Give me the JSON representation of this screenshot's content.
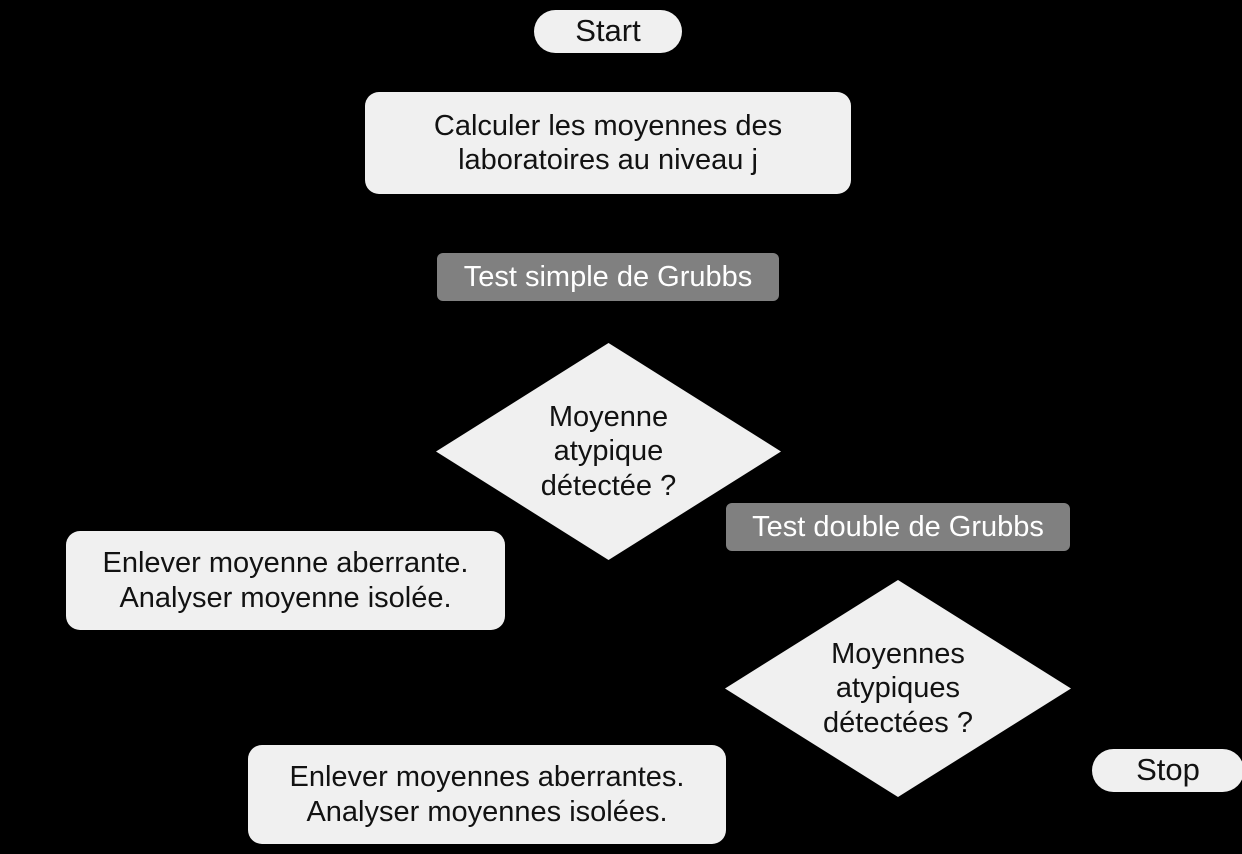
{
  "diagram": {
    "title_text": "",
    "background_color": "#000000",
    "node_fill_color": "#f0f0f0",
    "annotation_fill_color": "#808080",
    "annotation_text_color": "#ffffff",
    "node_text_color": "#121212"
  },
  "nodes": {
    "start": {
      "label": "Start",
      "shape": "terminator"
    },
    "compute_means": {
      "label": "Calculer les moyennes des\nlaboratoires au niveau j",
      "shape": "process"
    },
    "single_grubbs_label": {
      "label": "Test simple de Grubbs",
      "shape": "annotation"
    },
    "decision_single": {
      "label": "Moyenne\natypique\ndétectée ?",
      "shape": "decision"
    },
    "remove_single": {
      "label": "Enlever moyenne aberrante.\nAnalyser moyenne isolée.",
      "shape": "process"
    },
    "double_grubbs_label": {
      "label": "Test double de Grubbs",
      "shape": "annotation"
    },
    "decision_double": {
      "label": "Moyennes\natypiques\ndétectées ?",
      "shape": "decision"
    },
    "remove_double": {
      "label": "Enlever moyennes aberrantes.\nAnalyser moyennes isolées.",
      "shape": "process"
    },
    "stop": {
      "label": "Stop",
      "shape": "terminator"
    }
  }
}
